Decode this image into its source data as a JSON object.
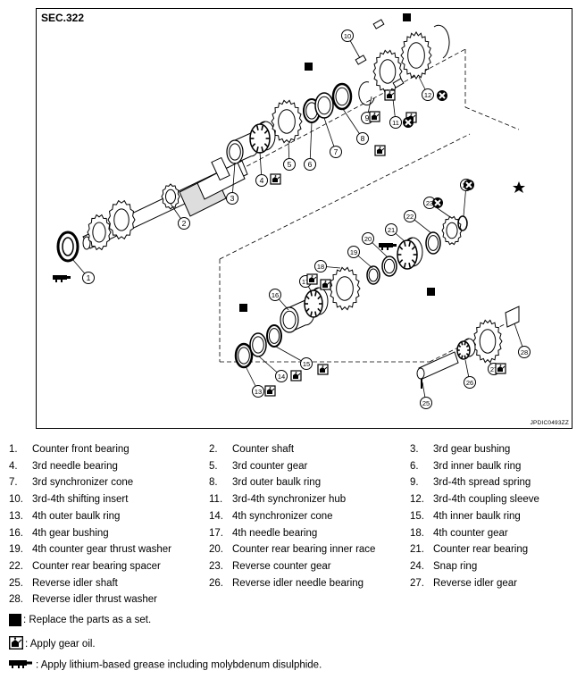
{
  "figure": {
    "section": "SEC.322",
    "code": "JPDIC0493ZZ"
  },
  "callouts": [
    "1",
    "2",
    "3",
    "4",
    "5",
    "6",
    "7",
    "8",
    "9",
    "10",
    "11",
    "12",
    "13",
    "14",
    "15",
    "16",
    "17",
    "18",
    "19",
    "20",
    "21",
    "22",
    "23",
    "24",
    "25",
    "26",
    "27",
    "28"
  ],
  "parts": [
    {
      "num": "1.",
      "name": "Counter front bearing"
    },
    {
      "num": "2.",
      "name": "Counter shaft"
    },
    {
      "num": "3.",
      "name": "3rd gear bushing"
    },
    {
      "num": "4.",
      "name": "3rd needle bearing"
    },
    {
      "num": "5.",
      "name": "3rd counter gear"
    },
    {
      "num": "6.",
      "name": "3rd inner baulk ring"
    },
    {
      "num": "7.",
      "name": "3rd synchronizer cone"
    },
    {
      "num": "8.",
      "name": "3rd outer baulk ring"
    },
    {
      "num": "9.",
      "name": "3rd-4th spread spring"
    },
    {
      "num": "10.",
      "name": "3rd-4th shifting insert"
    },
    {
      "num": "11.",
      "name": "3rd-4th synchronizer hub"
    },
    {
      "num": "12.",
      "name": "3rd-4th coupling sleeve"
    },
    {
      "num": "13.",
      "name": "4th outer baulk ring"
    },
    {
      "num": "14.",
      "name": "4th synchronizer cone"
    },
    {
      "num": "15.",
      "name": "4th inner baulk ring"
    },
    {
      "num": "16.",
      "name": "4th gear bushing"
    },
    {
      "num": "17.",
      "name": "4th needle bearing"
    },
    {
      "num": "18.",
      "name": "4th counter gear"
    },
    {
      "num": "19.",
      "name": "4th counter gear thrust washer"
    },
    {
      "num": "20.",
      "name": "Counter rear bearing inner race"
    },
    {
      "num": "21.",
      "name": "Counter rear bearing"
    },
    {
      "num": "22.",
      "name": "Counter rear bearing spacer"
    },
    {
      "num": "23.",
      "name": "Reverse counter gear"
    },
    {
      "num": "24.",
      "name": "Snap ring"
    },
    {
      "num": "25.",
      "name": "Reverse idler shaft"
    },
    {
      "num": "26.",
      "name": "Reverse idler needle bearing"
    },
    {
      "num": "27.",
      "name": "Reverse idler gear"
    },
    {
      "num": "28.",
      "name": "Reverse idler thrust washer"
    }
  ],
  "legend": {
    "replace_set": ": Replace the parts as a set.",
    "gear_oil": ": Apply gear oil.",
    "grease": ": Apply lithium-based grease including molybdenum disulphide."
  },
  "icons": {
    "replace_set": "black-square-icon",
    "gear_oil": "oil-can-icon",
    "grease": "grease-gun-icon",
    "do_not_reuse": "circle-x-icon",
    "star": "star-icon"
  }
}
